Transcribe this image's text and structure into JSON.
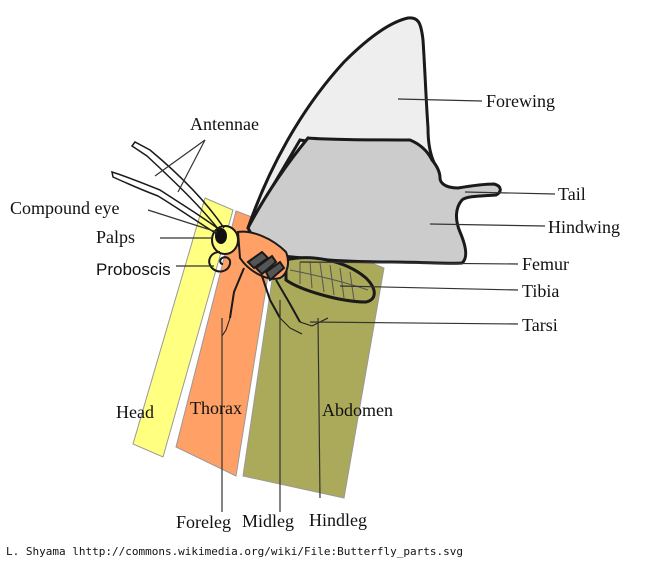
{
  "labels": {
    "antennae": "Antennae",
    "compound_eye": "Compound eye",
    "palps": "Palps",
    "proboscis": "Proboscis",
    "forewing": "Forewing",
    "tail": "Tail",
    "hindwing": "Hindwing",
    "femur": "Femur",
    "tibia": "Tibia",
    "tarsi": "Tarsi",
    "head": "Head",
    "thorax": "Thorax",
    "abdomen": "Abdomen",
    "foreleg": "Foreleg",
    "midleg": "Midleg",
    "hindleg": "Hindleg"
  },
  "credit": "L. Shyama  lhttp://commons.wikimedia.org/wiki/File:Butterfly_parts.svg",
  "colors": {
    "head_band": "#ffff80",
    "thorax_band": "#ffa066",
    "abdomen_band": "#aaaa5a",
    "forewing": "#eeeeee",
    "hindwing": "#cccccc",
    "outline": "#1a1a1a"
  }
}
